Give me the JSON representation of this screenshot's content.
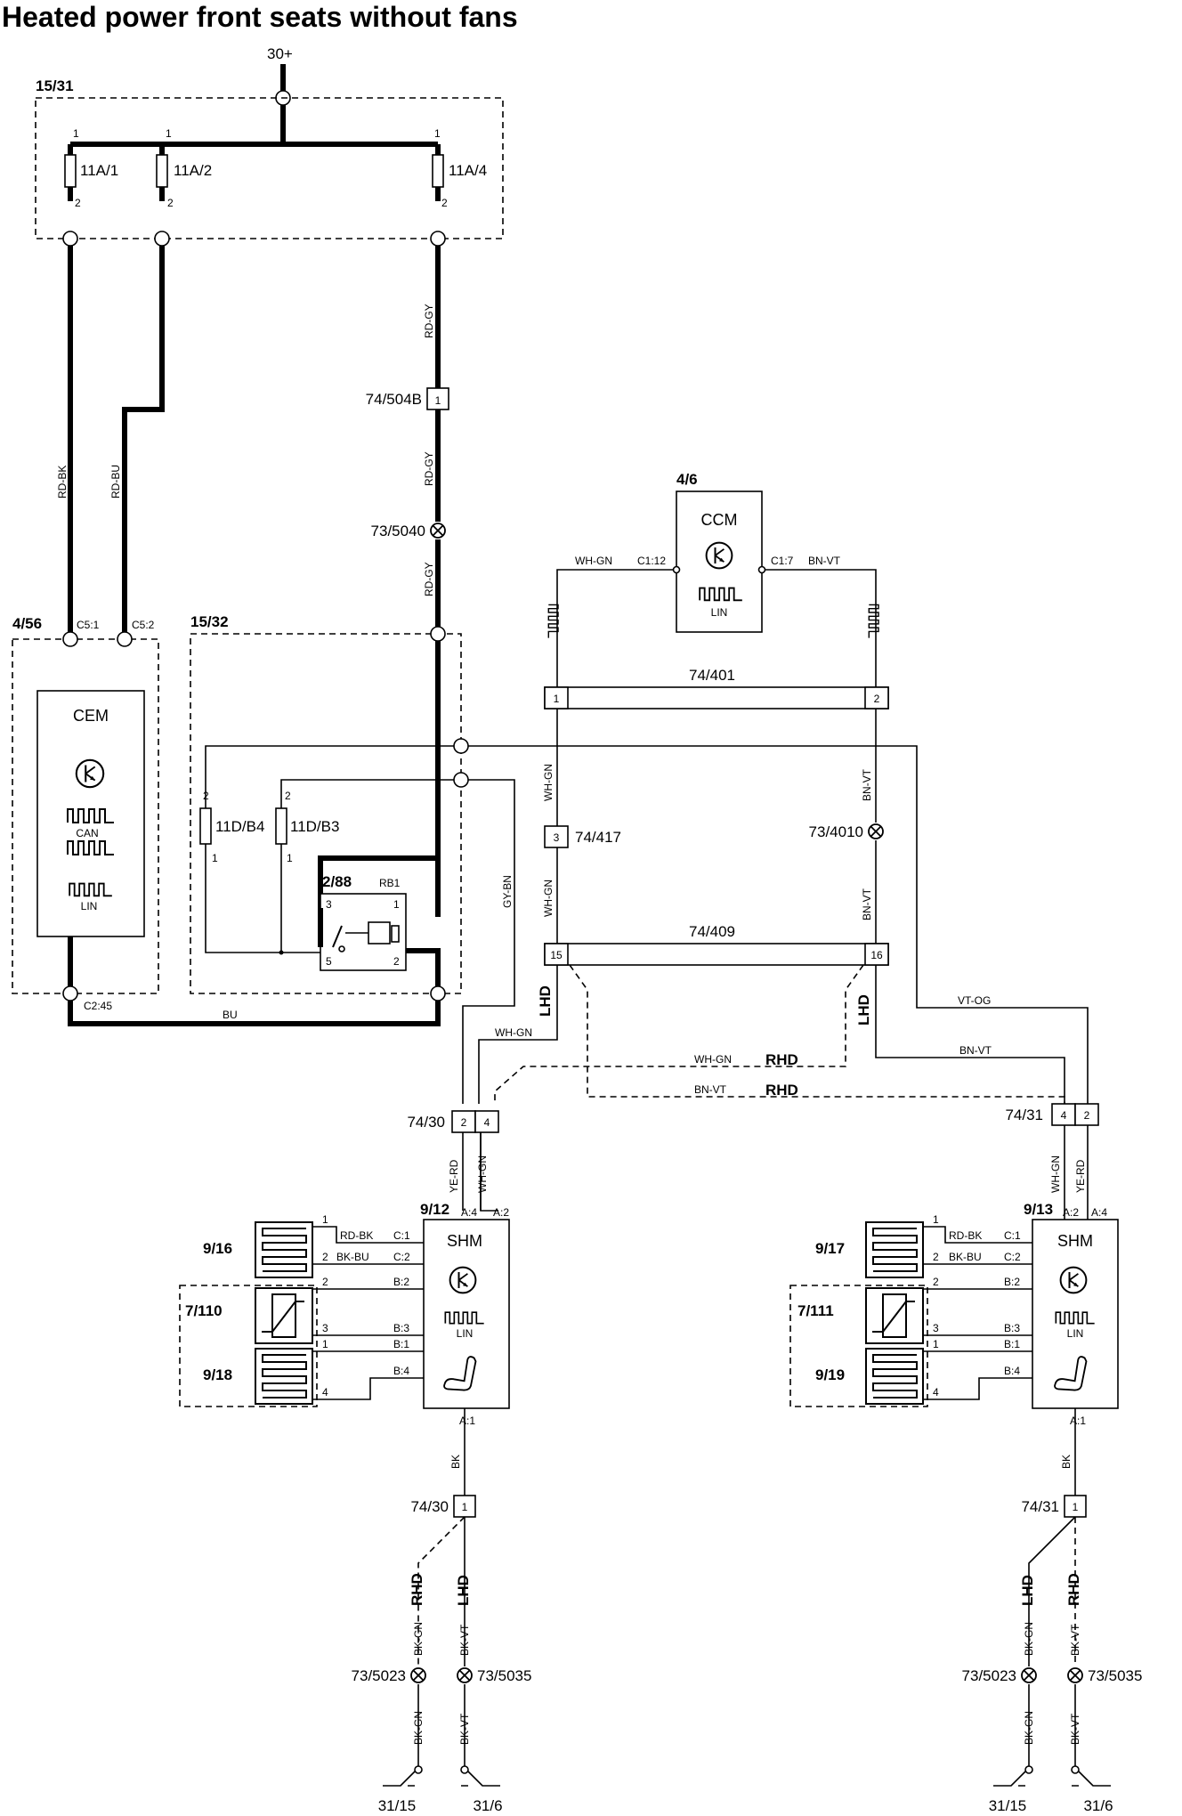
{
  "title": "Heated power front seats without fans",
  "supply": "30+",
  "boxes": {
    "b1531": "15/31",
    "b456": "4/56",
    "b1532": "15/32",
    "b46": "4/6"
  },
  "fuses": {
    "f11a1": "11A/1",
    "f11a2": "11A/2",
    "f11a4": "11A/4",
    "f11db4": "11D/B4",
    "f11db3": "11D/B3"
  },
  "modules": {
    "cem": "CEM",
    "ccm": "CCM",
    "shm": "SHM",
    "can": "CAN",
    "lin": "LIN",
    "relay_id": "2/88",
    "relay_name": "RB1"
  },
  "connectors": {
    "c504b": "74/504B",
    "c417": "74/417",
    "c401": "74/401",
    "c409": "74/409",
    "c30": "74/30",
    "c31": "74/31"
  },
  "splices": {
    "s5040": "73/5040",
    "s4010": "73/4010",
    "s5023": "73/5023",
    "s5035": "73/5035"
  },
  "components": {
    "c912": "9/12",
    "c913": "9/13",
    "c916": "9/16",
    "c917": "9/17",
    "c918": "9/18",
    "c919": "9/19",
    "c7110": "7/110",
    "c7111": "7/111"
  },
  "grounds": {
    "g3115": "31/15",
    "g316": "31/6"
  },
  "wires": {
    "rd_bk": "RD-BK",
    "rd_bu": "RD-BU",
    "rd_gy": "RD-GY",
    "wh_gn": "WH-GN",
    "bn_vt": "BN-VT",
    "gy_bn": "GY-BN",
    "bu": "BU",
    "vt_og": "VT-OG",
    "ye_rd": "YE-RD",
    "bk_bu": "BK-BU",
    "bk": "BK",
    "bk_gn": "BK-GN",
    "bk_vt": "BK-VT"
  },
  "variants": {
    "lhd": "LHD",
    "rhd": "RHD"
  },
  "pins": {
    "c5_1": "C5:1",
    "c5_2": "C5:2",
    "c2_45": "C2:45",
    "c1_12": "C1:12",
    "c1_7": "C1:7",
    "c1": "C:1",
    "c2": "C:2",
    "b2": "B:2",
    "b3": "B:3",
    "b1": "B:1",
    "b4": "B:4",
    "a1": "A:1",
    "a2": "A:2",
    "a4": "A:4",
    "p1": "1",
    "p2": "2",
    "p3": "3",
    "p4": "4",
    "p5": "5",
    "p15": "15",
    "p16": "16"
  }
}
